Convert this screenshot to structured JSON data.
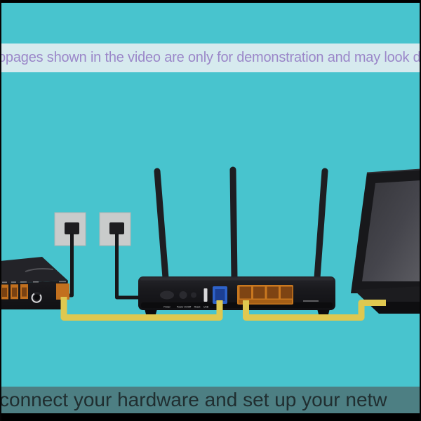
{
  "scene": {
    "background_color": "#48C4CE",
    "letterbox_color": "#000000"
  },
  "top_banner": {
    "text": "ppages shown in the video are only for demonstration and may look d",
    "background_color": "#D6EAEE",
    "text_color": "#9B87C9"
  },
  "caption_bar": {
    "text": "connect your hardware and set up your netw",
    "background_color": "#4D7F83",
    "text_color": "#202E30"
  },
  "diagram": {
    "devices": [
      "wall-outlet-left",
      "wall-outlet-right",
      "modem",
      "wireless-router-3-antennas",
      "laptop"
    ],
    "router_rear_labels": [
      "Power",
      "Power On/Off",
      "Reset",
      "USB"
    ],
    "colors": {
      "ethernet_cable": "#DFC850",
      "power_cable": "#17171A",
      "wan_port": "#2E62C9",
      "lan_ports": "#C9781F",
      "wall_outlet": "#C9CBCB"
    }
  }
}
